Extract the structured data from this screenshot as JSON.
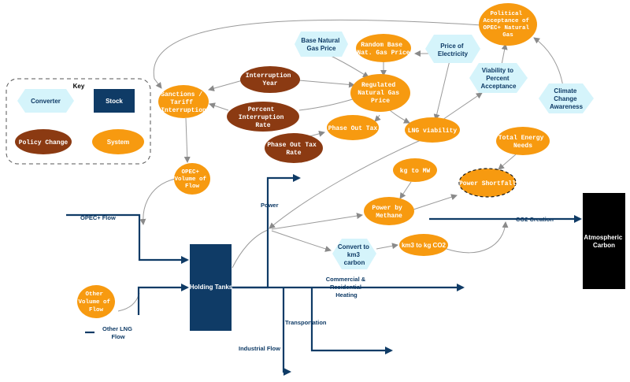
{
  "key": {
    "title": "Key",
    "converter": "Converter",
    "stock": "Stock",
    "policy": "Policy Change",
    "system": "System"
  },
  "colors": {
    "converter": "#d5f4fb",
    "stock": "#0f3b66",
    "policy": "#8b3a12",
    "system": "#f79a10",
    "flow": "#0f3b66",
    "link": "#9a9a9a",
    "carbon": "#000000"
  },
  "nodes": {
    "political_acceptance": [
      "Political",
      "Acceptance of",
      "OPEC+ Natural",
      "Gas"
    ],
    "base_price": [
      "Base Natural",
      "Gas Price"
    ],
    "random_price": [
      "Random Base",
      "Nat. Gas Price"
    ],
    "price_electricity": [
      "Price of",
      "Electricity"
    ],
    "viability_acceptance": [
      "Viability to",
      "Percent",
      "Acceptance"
    ],
    "climate_awareness": [
      "Climate",
      "Change",
      "Awareness"
    ],
    "interruption_year": [
      "Interruption",
      "Year"
    ],
    "sanctions": [
      "Sanctions /",
      "Tariff",
      "Interruption"
    ],
    "percent_interruption": [
      "Percent",
      "Interruption",
      "Rate"
    ],
    "regulated_price": [
      "Regulated",
      "Natural Gas",
      "Price"
    ],
    "phase_out_tax": [
      "Phase Out Tax"
    ],
    "phase_out_tax_rate": [
      "Phase Out Tax",
      "Rate"
    ],
    "lng_viability": [
      "LNG viability"
    ],
    "total_energy": [
      "Total Energy",
      "Needs"
    ],
    "opec_volume": [
      "OPEC+",
      "Volume of",
      "Flow"
    ],
    "kg_mw": [
      "kg to MW"
    ],
    "power_shortfall": [
      "Power Shortfall"
    ],
    "power_methane": [
      "Power by",
      "Methane"
    ],
    "convert_km3": [
      "Convert to",
      "km3",
      "carbon"
    ],
    "km3_kgco2": [
      "km3 to kg CO2"
    ],
    "other_volume": [
      "Other",
      "Volume of",
      "Flow"
    ],
    "holding_tanks": [
      "Holding Tanks"
    ],
    "atmospheric_carbon": [
      "Atmospheric",
      "Carbon"
    ]
  },
  "flows": {
    "opec_flow": "OPEC+ Flow",
    "other_lng_flow": [
      "Other LNG",
      "Flow"
    ],
    "power": "Power",
    "commercial": [
      "Commercial &",
      "Residential",
      "Heating"
    ],
    "transportation": "Transportation",
    "industrial": "Industrial Flow",
    "co2_creation": "CO2 Creation"
  }
}
